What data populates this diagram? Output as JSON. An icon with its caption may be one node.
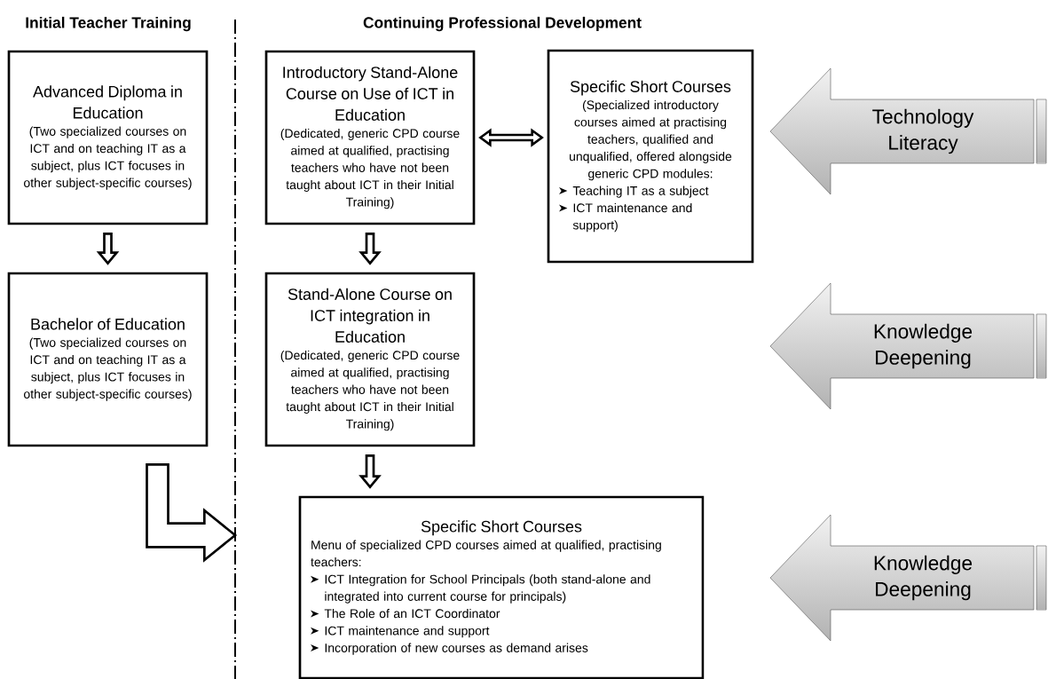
{
  "diagram": {
    "nodes": [
      {
        "text": [
          "Advanced Diploma in Education",
          "(Two specialized courses on ICT and on teaching IT as a subject, plus ICT focuses in other subject-specific courses)"
        ]
      },
      {
        "text": [
          "Introductory Stand-Alone Course on Use of ICT in Education",
          "(Dedicated, generic CPD course aimed at qualified, practising teachers who have not been taught about ICT in their Initial Training)"
        ]
      },
      {
        "text": [
          "Specific Short Courses",
          "(Specialized introductory courses aimed at practising teachers, qualified and unqualified, offered alongside generic CPD modules:",
          "Teaching IT as a subject",
          "ICT maintenance and support)"
        ]
      },
      {
        "text": [
          "Bachelor of Education",
          "(Two specialized courses on ICT and on teaching IT as a subject, plus ICT focuses in other subject-specific courses)"
        ]
      },
      {
        "text": [
          "Stand-Alone Course on ICT integration in Education",
          "(Dedicated, generic CPD course aimed at qualified, practising teachers who have not been taught about ICT in their Initial Training)"
        ]
      },
      {
        "text": [
          "Specific Short Courses",
          "Menu of specialized CPD courses aimed at qualified, practising teachers:",
          "ICT Integration for School Principals (both stand-alone and integrated into current course for principals)",
          "The Role of an ICT Coordinator",
          "ICT maintenance and support",
          "Incorporation of new courses as demand arises"
        ]
      },
      {
        "text": [
          "Technology Literacy"
        ]
      },
      {
        "text": [
          "Knowledge Deepening"
        ]
      },
      {
        "text": [
          "Knowledge Deepening"
        ]
      }
    ],
    "edges": [
      {
        "from": 0,
        "to": 3,
        "arrow": "to"
      },
      {
        "from": 1,
        "to": 2,
        "arrow": "both"
      },
      {
        "from": 1,
        "to": 4,
        "arrow": "to"
      },
      {
        "from": 4,
        "to": 5,
        "arrow": "to"
      },
      {
        "from": 3,
        "to": null,
        "arrow": "to"
      }
    ],
    "labels": [
      "Initial Teacher Training",
      "Continuing Professional Development"
    ]
  }
}
